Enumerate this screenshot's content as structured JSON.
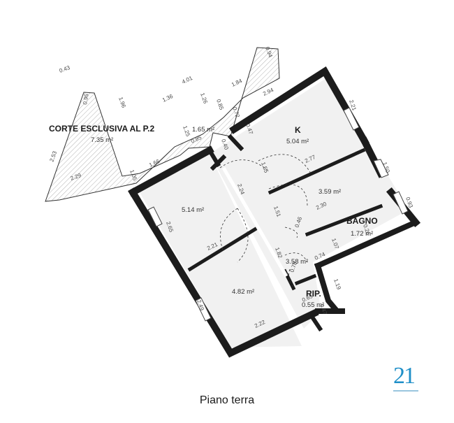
{
  "floor_label": "Piano terra",
  "logo_text": "21",
  "colors": {
    "wall": "#1c1c1c",
    "floor": "#f1f1f1",
    "hatch": "#a0a0a0",
    "logo": "#1f8fc8"
  },
  "rooms": [
    {
      "id": "corte",
      "name": "CORTE ESCLUSIVA AL P.2",
      "area": "7.35 m²"
    },
    {
      "id": "small-corte",
      "name": "",
      "area": "1.65 m²"
    },
    {
      "id": "kitchen",
      "name": "K",
      "area": "5.04 m²"
    },
    {
      "id": "room-right-mid",
      "name": "",
      "area": "3.59 m²"
    },
    {
      "id": "bagno",
      "name": "BAGNO",
      "area": "1.72 m²"
    },
    {
      "id": "room-left-top",
      "name": "",
      "area": "5.14 m²"
    },
    {
      "id": "corridor",
      "name": "",
      "area": "3.58 m²"
    },
    {
      "id": "room-left-bottom",
      "name": "",
      "area": "4.82 m²"
    },
    {
      "id": "rip",
      "name": "RIP.",
      "area": "0.55 m²"
    }
  ],
  "dimensions": [
    "0.43",
    "0.95",
    "1.96",
    "2.53",
    "2.29",
    "1.05",
    "1.66",
    "4.01",
    "1.36",
    "1.84",
    "0.94",
    "2.94",
    "2.21",
    "1.50",
    "0.93",
    "1.26",
    "0.85",
    "0.72",
    "0.47",
    "0.40",
    "0.85",
    "1.25",
    "2.77",
    "1.55",
    "2.24",
    "2.30",
    "2.65",
    "2.21",
    "1.51",
    "0.46",
    "1.07",
    "0.26",
    "0.74",
    "0.78",
    "1.82",
    "2.49",
    "2.22",
    "1.19",
    "0.65",
    "0.47"
  ]
}
